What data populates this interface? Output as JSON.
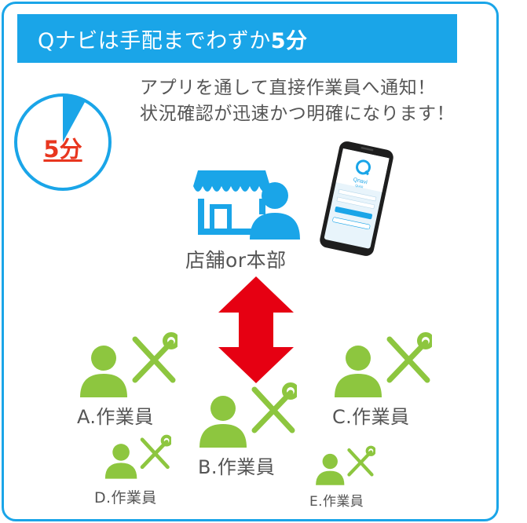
{
  "title": {
    "prefix": "Qナビは手配までわずか",
    "emphasis": "5分"
  },
  "subtitle": {
    "line1": "アプリを通して直接作業員へ通知！",
    "line2": "状況確認が迅速かつ明確になります！"
  },
  "timer": {
    "label": "5分",
    "fraction": 0.08
  },
  "store": {
    "label": "店舗or本部"
  },
  "phone": {
    "app_name": "Qnavi",
    "app_sub": "Quick"
  },
  "workers": [
    {
      "id": "a",
      "label": "A.作業員"
    },
    {
      "id": "b",
      "label": "B.作業員"
    },
    {
      "id": "c",
      "label": "C.作業員"
    },
    {
      "id": "d",
      "label": "D.作業員"
    },
    {
      "id": "e",
      "label": "E.作業員"
    }
  ],
  "colors": {
    "accent_blue": "#1aa5e8",
    "timer_red": "#e8361f",
    "worker_green": "#8dc63f",
    "arrow_red": "#e60012",
    "text_gray": "#555555"
  },
  "icons": {
    "store": "storefront-icon",
    "person": "person-icon",
    "tools": "wrench-screwdriver-icon",
    "arrow": "double-arrow-vertical-icon",
    "phone": "smartphone-icon"
  }
}
